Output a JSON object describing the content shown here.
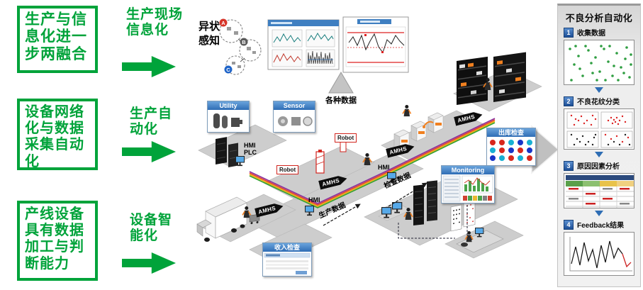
{
  "left_panel": {
    "rows": [
      {
        "box": "生产与信息化进一步两融合",
        "label": "生产现场信息化"
      },
      {
        "box": "设备网络化与数据采集自动化",
        "label": "生产自动化"
      },
      {
        "box": "产线设备具有数据加工与判断能力",
        "label": "设备智能化"
      }
    ]
  },
  "diagram": {
    "anomaly_label": "异状感知",
    "various_data_label": "各种数据",
    "badges": {
      "a": "A",
      "b": "B",
      "c": "C"
    },
    "panels": {
      "utility": "Utility",
      "sensor": "Sensor",
      "incoming": "收入检查",
      "outgoing": "出库检查",
      "monitoring": "Monitoring"
    },
    "labels": {
      "hmi": "HMI",
      "plc": "PLC",
      "robot": "Robot",
      "amhs": "AMHS",
      "inspection_data": "检查数据",
      "production_data": "生产数据"
    }
  },
  "right_panel": {
    "title": "不良分析自动化",
    "steps": [
      {
        "num": "1",
        "label": "收集数据"
      },
      {
        "num": "2",
        "label": "不良花纹分类"
      },
      {
        "num": "3",
        "label": "原因因素分析"
      },
      {
        "num": "4",
        "label": "Feedback结果"
      }
    ]
  },
  "colors": {
    "accent_green": "#00a33a",
    "header_blue": "#2f6db5",
    "alert_red": "#d8271c",
    "info_cyan": "#17b0d4",
    "deep_blue": "#1734c8"
  }
}
